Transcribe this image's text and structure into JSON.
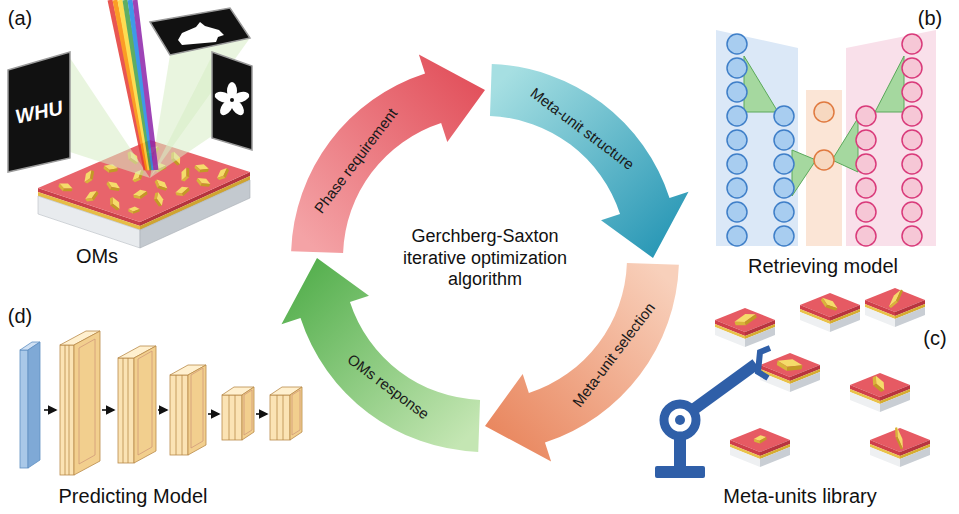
{
  "diagram": {
    "nodes": [
      {
        "text": [
          "Phase requirement"
        ]
      },
      {
        "text": [
          "Meta-unit structure"
        ]
      },
      {
        "text": [
          "Meta-unit selection"
        ]
      },
      {
        "text": [
          "OMs response"
        ]
      }
    ],
    "labels": [
      "(a)",
      "WHU",
      "OMs",
      "(b)",
      "Retrieving model",
      "Gerchberg-Saxton iterative optimization algorithm",
      "(d)",
      "(c)",
      "Predicting Model",
      "Meta-units library"
    ]
  }
}
